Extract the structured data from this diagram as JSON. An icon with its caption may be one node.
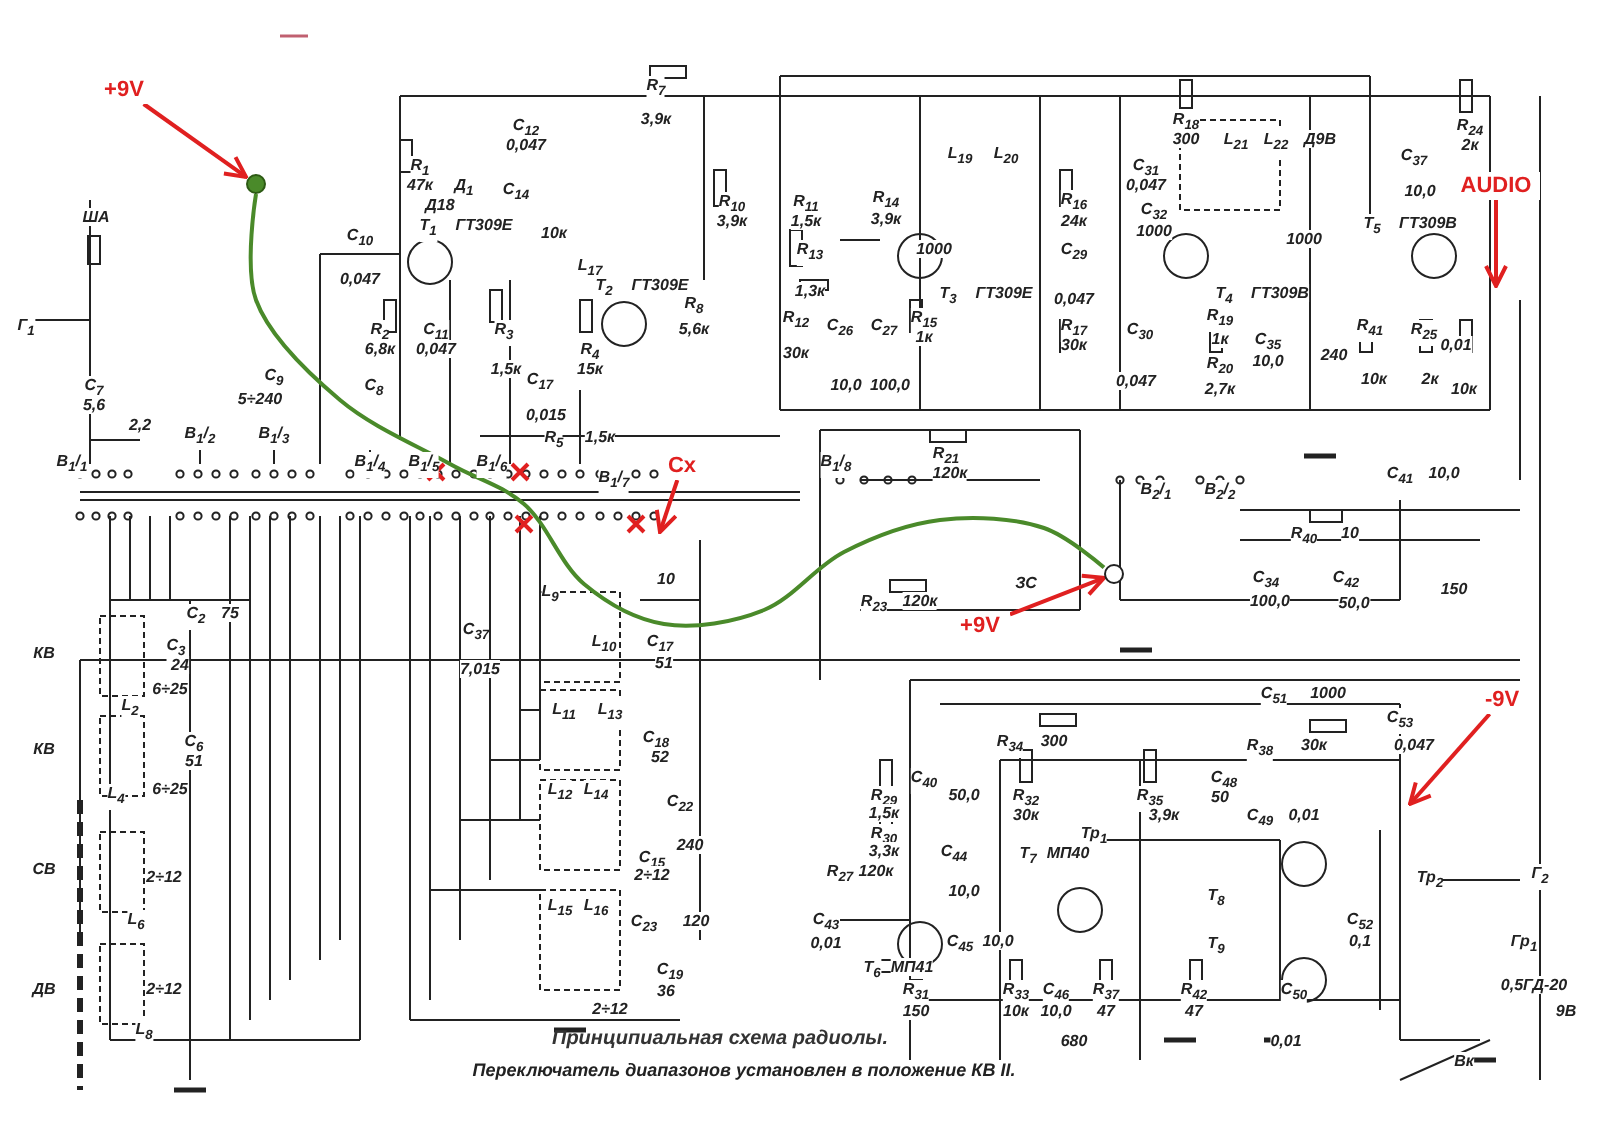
{
  "diagram": {
    "caption": "Принципиальная схема радиолы.",
    "nodes": [
      {
        "text": [
          "+9V"
        ]
      },
      {
        "text": [],
        "shape": "circle"
      },
      {
        "text": [
          "Cx"
        ]
      },
      {
        "text": [
          "AUDIO"
        ]
      },
      {
        "text": [
          "+9V"
        ]
      },
      {
        "text": [
          "-9V"
        ]
      },
      {
        "text": [],
        "shape": "circle"
      }
    ],
    "edges": [
      {
        "from": 0,
        "to": 1,
        "arrow": "to"
      },
      {
        "from": 2,
        "to": null,
        "arrow": "to"
      },
      {
        "from": 3,
        "to": null,
        "arrow": "to"
      },
      {
        "from": 4,
        "to": 6,
        "arrow": "to"
      },
      {
        "from": 5,
        "to": null,
        "arrow": "to"
      },
      {
        "from": 1,
        "to": 6,
        "arrow": "none",
        "color": "#4a8a2a"
      }
    ],
    "labels": [
      "R$_{7}$",
      "3,9к",
      "C$_{12}$",
      "0,047",
      "R$_{1}$",
      "47к",
      "Д$_{1}$",
      "Д18",
      "T$_{1}$",
      "ГТ309Е",
      "C$_{14}$",
      "10к",
      "R$_{10}$",
      "3,9к",
      "C$_{10}$",
      "0,047",
      "L$_{17}$",
      "T$_{2}$",
      "ГТ309Е",
      "R$_{8}$",
      "R$_{2}$",
      "6,8к",
      "C$_{11}$",
      "0,047",
      "R$_{3}$",
      "5,6к",
      "1,5к",
      "R$_{4}$",
      "15к",
      "C$_{17}$",
      "0,015",
      "R$_{5}$",
      "1,5к",
      "C$_{7}$",
      "5,6",
      "C$_{9}$",
      "5÷240",
      "C$_{8}$",
      "2,2",
      "ША",
      "Г$_{1}$",
      "В$_{1}$/$_{1}$",
      "В$_{1}$/$_{2}$",
      "В$_{1}$/$_{3}$",
      "В$_{1}$/$_{4}$",
      "В$_{1}$/$_{5}$",
      "В$_{1}$/$_{6}$",
      "В$_{1}$/$_{7}$",
      "R$_{11}$",
      "1,5к",
      "R$_{13}$",
      "1,3к",
      "R$_{12}$",
      "30к",
      "C$_{26}$",
      "10,0",
      "C$_{27}$",
      "100,0",
      "R$_{15}$",
      "1к",
      "R$_{14}$",
      "3,9к",
      "1000",
      "L$_{19}$",
      "L$_{20}$",
      "T$_{3}$",
      "ГТ309Е",
      "R$_{16}$",
      "24к",
      "C$_{29}$",
      "0,047",
      "R$_{17}$",
      "30к",
      "R$_{18}$",
      "300",
      "C$_{31}$",
      "0,047",
      "C$_{32}$",
      "1000",
      "L$_{21}$",
      "L$_{22}$",
      "Д9В",
      "1000",
      "T$_{4}$",
      "ГТ309В",
      "C$_{30}$",
      "0,047",
      "R$_{19}$",
      "1к",
      "R$_{20}$",
      "2,7к",
      "C$_{35}$",
      "10,0",
      "240",
      "R$_{24}$",
      "2к",
      "C$_{37}$",
      "10,0",
      "T$_{5}$",
      "ГТ309В",
      "R$_{41}$",
      "R$_{25}$",
      "0,01",
      "10к",
      "2к",
      "10к",
      "В$_{1}$/$_{8}$",
      "R$_{21}$",
      "120к",
      "ЗС",
      "В$_{2}$/$_{1}$",
      "В$_{2}$/$_{2}$",
      "C$_{41}$",
      "10,0",
      "R$_{40}$",
      "10",
      "R$_{23}$",
      "120к",
      "C$_{34}$",
      "100,0",
      "C$_{42}$",
      "50,0",
      "150",
      "C$_{51}$",
      "1000",
      "C$_{53}$",
      "R$_{34}$",
      "300",
      "R$_{38}$",
      "30к",
      "0,047",
      "C$_{40}$",
      "C$_{48}$",
      "R$_{29}$",
      "50,0",
      "R$_{32}$",
      "R$_{35}$",
      "50",
      "1,5к",
      "30к",
      "3,9к",
      "C$_{49}$",
      "0,01",
      "R$_{30}$",
      "Тр$_{1}$",
      "3,3к",
      "C$_{44}$",
      "T$_{7}$",
      "МП40",
      "R$_{27}$",
      "120к",
      "Тр$_{2}$",
      "Г$_{2}$",
      "10,0",
      "T$_{8}$",
      "C$_{43}$",
      "C$_{52}$",
      "0,01",
      "C$_{45}$",
      "10,0",
      "T$_{9}$",
      "0,1",
      "Гр$_{1}$",
      "T$_{6}$",
      "МП41",
      "R$_{31}$",
      "R$_{33}$",
      "C$_{46}$",
      "R$_{37}$",
      "R$_{42}$",
      "C$_{50}$",
      "0,5ГД-20",
      "150",
      "10к",
      "10,0",
      "47",
      "47",
      "9В",
      "680",
      "0,01",
      "Вк",
      "КВ",
      "КВ",
      "СВ",
      "ДВ",
      "C$_{2}$",
      "75",
      "C$_{3}$",
      "24",
      "6÷25",
      "L$_{2}$",
      "C$_{6}$",
      "51",
      "L$_{4}$",
      "6÷25",
      "2÷12",
      "L$_{6}$",
      "2÷12",
      "L$_{8}$",
      "10",
      "L$_{9}$",
      "C$_{37}$",
      "7,015",
      "L$_{10}$",
      "C$_{17}$",
      "51",
      "L$_{11}$",
      "L$_{13}$",
      "C$_{18}$",
      "52",
      "L$_{12}$",
      "L$_{14}$",
      "C$_{22}$",
      "240",
      "C$_{15}$",
      "2÷12",
      "L$_{15}$",
      "L$_{16}$",
      "C$_{23}$",
      "120",
      "C$_{19}$",
      "36",
      "2÷12",
      "Переключатель диапазонов установлен в положение КВ II."
    ]
  }
}
